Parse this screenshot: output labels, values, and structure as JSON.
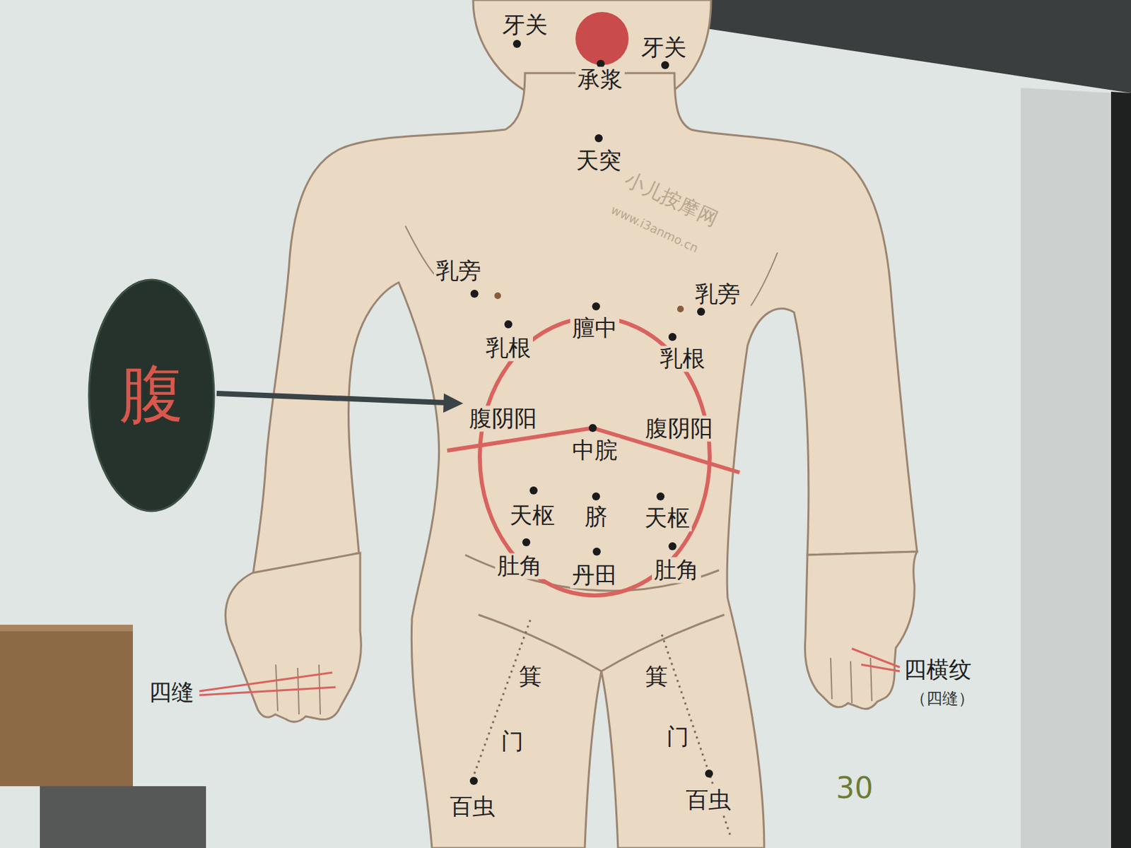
{
  "diagram": {
    "nodes": [
      {
        "text": [
          "腹"
        ]
      }
    ],
    "labels": [
      "牙关",
      "牙关",
      "承浆",
      "天突",
      "乳旁",
      "乳旁",
      "膻中",
      "乳根",
      "乳根",
      "腹阴阳",
      "腹阴阳",
      "中脘",
      "天枢",
      "脐",
      "天枢",
      "肚角",
      "丹田",
      "肚角",
      "箕",
      "门",
      "百虫",
      "箕",
      "门",
      "百虫",
      "四缝",
      "四横纹",
      "（四缝）",
      "30",
      "小儿按摩网",
      "www.i3anmo.cn"
    ]
  }
}
